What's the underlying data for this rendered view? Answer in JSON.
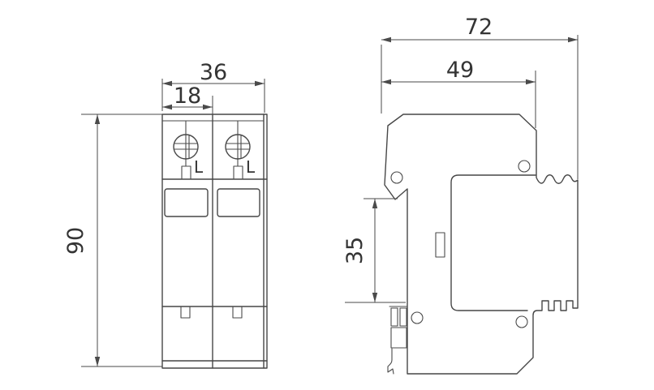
{
  "drawing": {
    "front_view": {
      "width_label": "36",
      "module_width_label": "18",
      "height_label": "90",
      "terminal_labels": [
        "L",
        "L"
      ]
    },
    "side_view": {
      "total_depth_label": "72",
      "upper_depth_label": "49",
      "din_rail_section_label": "35"
    },
    "colors": {
      "line": "#474747",
      "text": "#343434",
      "background": "#ffffff"
    }
  }
}
